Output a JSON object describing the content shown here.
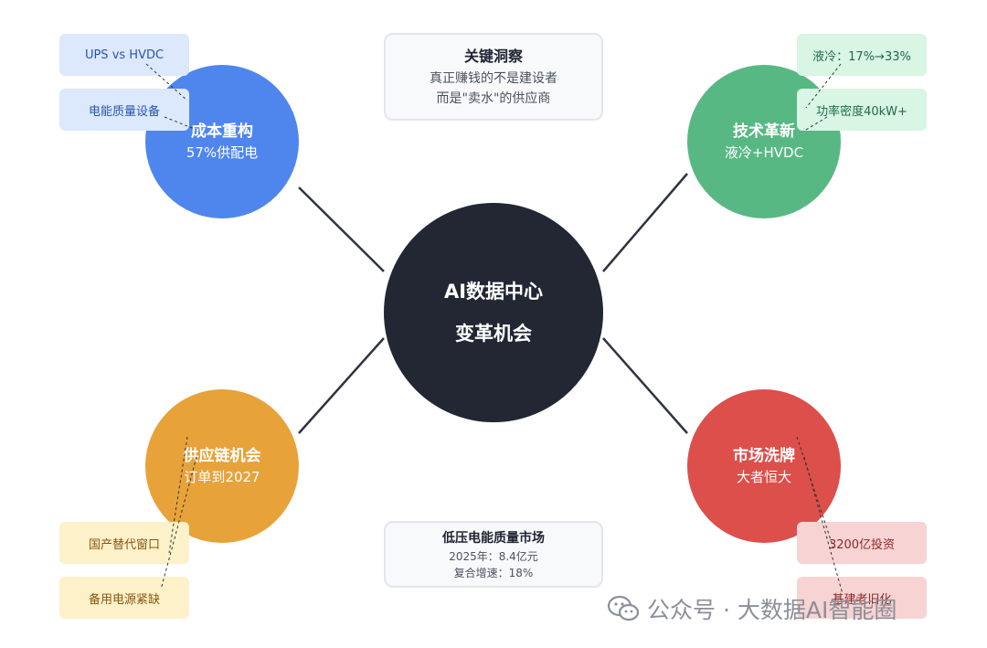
{
  "center": {
    "line1": "AI数据中心",
    "line2": "变革机会"
  },
  "branches": {
    "cost": {
      "title": "成本重构",
      "subtitle": "57%供配电",
      "tags": [
        "UPS vs HVDC",
        "电能质量设备"
      ],
      "color": "#4f86ed"
    },
    "tech": {
      "title": "技术革新",
      "subtitle": "液冷+HVDC",
      "tags": [
        "液冷：17%→33%",
        "功率密度40kW+"
      ],
      "color": "#57b884"
    },
    "supply": {
      "title": "供应链机会",
      "subtitle": "订单到2027",
      "tags": [
        "国产替代窗口",
        "备用电源紧缺"
      ],
      "color": "#e8a23a"
    },
    "market": {
      "title": "市场洗牌",
      "subtitle": "大者恒大",
      "tags": [
        "3200亿投资",
        "基建老旧化"
      ],
      "color": "#dc4f4b"
    }
  },
  "insight": {
    "title": "关键洞察",
    "line1": "真正赚钱的不是建设者",
    "line2": "而是\"卖水\"的供应商"
  },
  "market_box": {
    "title": "低压电能质量市场",
    "line1": "2025年：8.4亿元",
    "line2": "复合增速：18%"
  },
  "watermark": {
    "icon": "wechat-icon",
    "text": "公众号 · 大数据AI智能圈"
  },
  "center_color": "#222733"
}
